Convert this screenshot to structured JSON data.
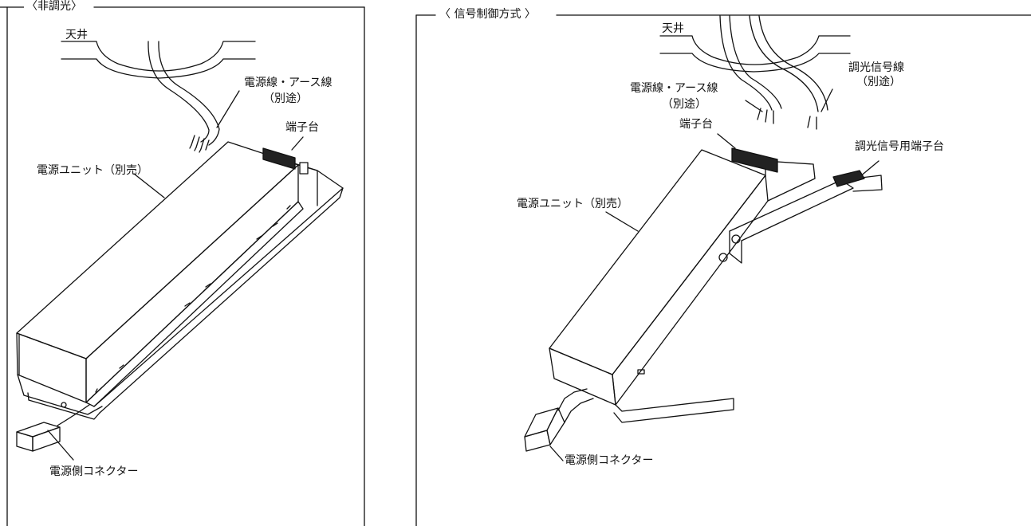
{
  "panels": [
    {
      "title": "〈非調光〉",
      "labels": {
        "ceiling": "天井",
        "power_earth_wire": "電源線・アース線",
        "separate_note": "（別途）",
        "terminal_block": "端子台",
        "power_unit": "電源ユニット（別売）",
        "power_connector": "電源側コネクター"
      }
    },
    {
      "title": "〈 信号制御方式 〉",
      "labels": {
        "ceiling": "天井",
        "power_earth_wire": "電源線・アース線",
        "separate_note": "（別途）",
        "dimming_signal_wire": "調光信号線",
        "dimming_separate_note": "（別途）",
        "terminal_block": "端子台",
        "dimming_terminal_block": "調光信号用端子台",
        "power_unit": "電源ユニット（別売）",
        "power_connector": "電源側コネクター"
      }
    }
  ]
}
